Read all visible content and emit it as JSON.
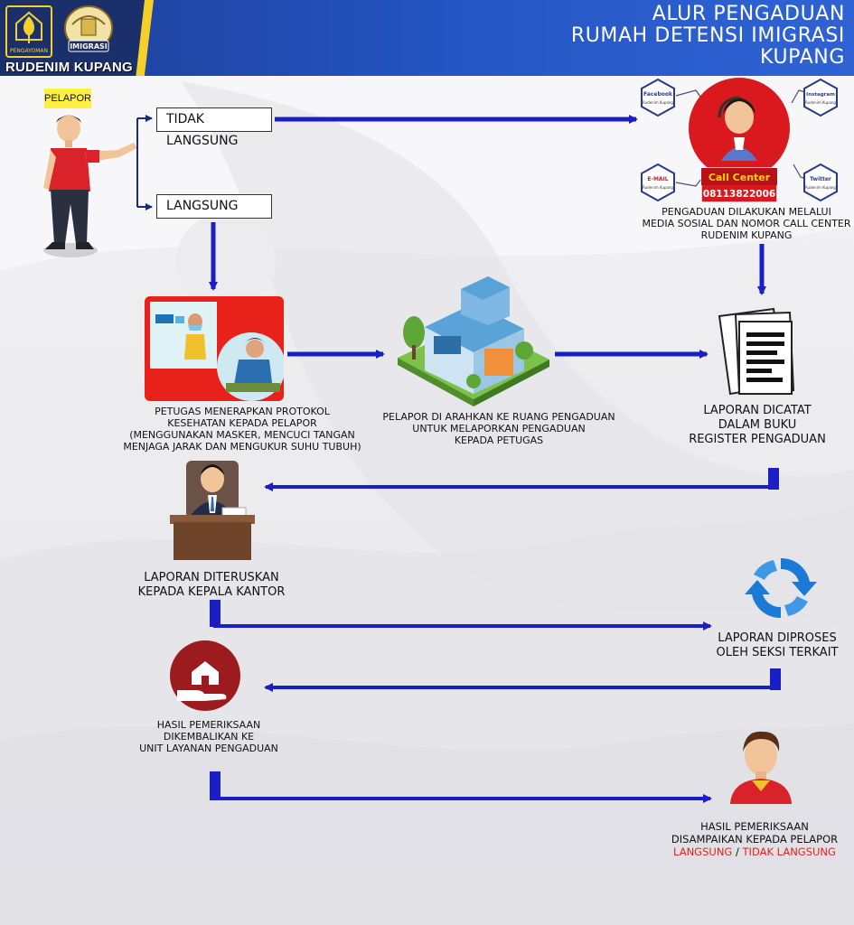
{
  "header": {
    "brand": "RUDENIM KUPANG",
    "logo1_label": "PENGAYOMAN",
    "logo2_label": "IMIGRASI",
    "title_line1": "ALUR PENGADUAN",
    "title_line2": "RUMAH DETENSI IMIGRASI",
    "title_line3": "KUPANG"
  },
  "start": {
    "tag": "PELAPOR",
    "tidak_langsung": "TIDAK LANGSUNG",
    "langsung": "LANGSUNG"
  },
  "callcenter": {
    "facebook": "Facebook",
    "facebook_sub": "Rudenim Kupang",
    "instagram": "Instagram",
    "instagram_sub": "Rudenim Kupang",
    "email": "E-MAIL",
    "email_sub": "Rudenim Kupang",
    "twitter": "Twitter",
    "twitter_sub": "Rudenim Kupang",
    "badge_title": "Call Center",
    "badge_number": "08113822006",
    "desc_line1": "PENGADUAN DILAKUKAN MELALUI",
    "desc_line2": "MEDIA SOSIAL DAN NOMOR CALL CENTER",
    "desc_line3": "RUDENIM KUPANG"
  },
  "step_protokol": {
    "line1": "PETUGAS MENERAPKAN PROTOKOL",
    "line2": "KESEHATAN KEPADA PELAPOR",
    "line3": "(MENGGUNAKAN MASKER, MENCUCI TANGAN",
    "line4": "MENJAGA JARAK DAN MENGUKUR SUHU TUBUH)"
  },
  "step_ruang": {
    "line1": "PELAPOR DI ARAHKAN KE RUANG PENGADUAN",
    "line2": "UNTUK MELAPORKAN PENGADUAN",
    "line3": "KEPADA PETUGAS"
  },
  "step_dicatat": {
    "line1": "LAPORAN DICATAT",
    "line2": "DALAM BUKU",
    "line3": "REGISTER PENGADUAN"
  },
  "step_kepala": {
    "line1": "LAPORAN DITERUSKAN",
    "line2": "KEPADA KEPALA KANTOR"
  },
  "step_proses": {
    "line1": "LAPORAN DIPROSES",
    "line2": "OLEH SEKSI TERKAIT"
  },
  "step_hasil": {
    "line1": "HASIL PEMERIKSAAN",
    "line2": "DIKEMBALIKAN KE",
    "line3": "UNIT LAYANAN PENGADUAN"
  },
  "step_final": {
    "line1": "HASIL PEMERIKSAAN",
    "line2": "DISAMPAIKAN KEPADA PELAPOR",
    "opt_langsung": "LANGSUNG",
    "separator": "/",
    "opt_tidak": "TIDAK LANGSUNG"
  },
  "colors": {
    "arrow": "#1a1fc4",
    "header_blue": "#2556c4",
    "accent_yellow": "#f6d02a",
    "highlight_red": "#e0261b"
  }
}
